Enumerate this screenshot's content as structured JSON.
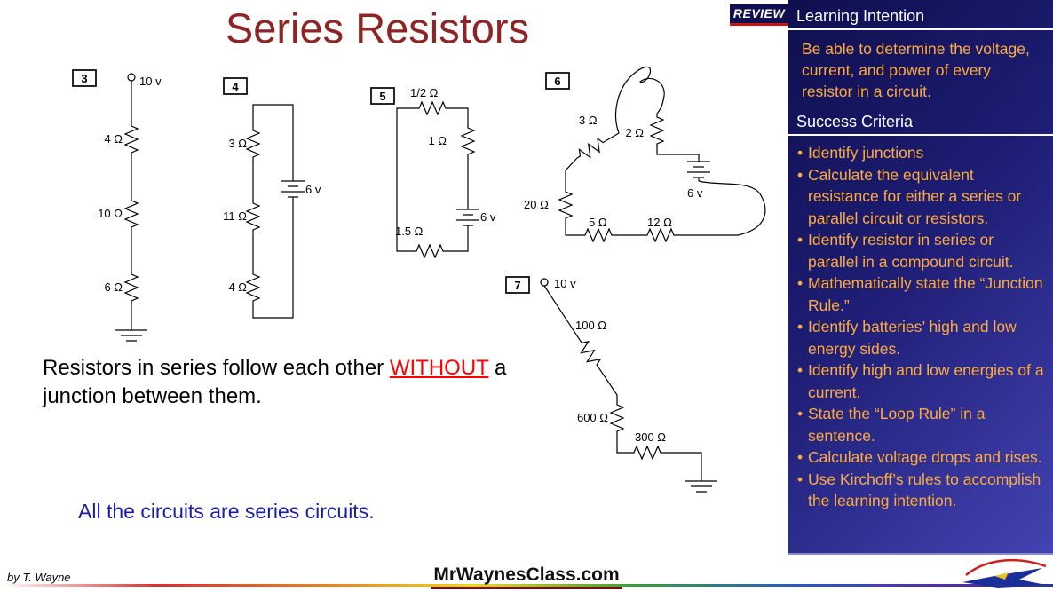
{
  "title": "Series Resistors",
  "review_badge": "REVIEW",
  "note": {
    "pre": "Resistors in series follow each other ",
    "highlight": "WITHOUT",
    "post": " a",
    "line2": "junction between them."
  },
  "footnote": "All the circuits are series circuits.",
  "panel": {
    "learning_intention_title": "Learning Intention",
    "learning_intention_body": "Be able to determine the voltage, current, and power of every resistor in a circuit.",
    "success_criteria_title": "Success Criteria",
    "criteria": [
      "Identify junctions",
      "Calculate the equivalent resistance for either a series or parallel circuit or resistors.",
      "Identify resistor in series or parallel in a compound circuit.",
      "Mathematically state the “Junction Rule.”",
      "Identify batteries’ high and low energy sides.",
      "Identify high and low energies of a current.",
      "State the “Loop Rule” in a sentence.",
      "Calculate voltage drops and rises.",
      "Use Kirchoff’s rules to accomplish the learning intention."
    ]
  },
  "circuits": {
    "c3": {
      "label": "3",
      "source": "10 v",
      "r1": "4 Ω",
      "r2": "10 Ω",
      "r3": "6 Ω"
    },
    "c4": {
      "label": "4",
      "r1": "3 Ω",
      "r2": "11 Ω",
      "r3": "4 Ω",
      "battery": "6 v"
    },
    "c5": {
      "label": "5",
      "r1": "1/2 Ω",
      "r2": "1 Ω",
      "battery": "6 v",
      "r3": "1.5 Ω"
    },
    "c6": {
      "label": "6",
      "r1": "3 Ω",
      "r2": "2 Ω",
      "battery": "6 v",
      "r3": "20 Ω",
      "r4": "5 Ω",
      "r5": "12 Ω"
    },
    "c7": {
      "label": "7",
      "source": "10 v",
      "r1": "100 Ω",
      "r2": "600 Ω",
      "r3": "300 Ω"
    }
  },
  "footer": {
    "author": "by T. Wayne",
    "site": "MrWaynesClass.com",
    "logo_icon": "jet-logo"
  },
  "colors": {
    "title_red": "#8e2424",
    "highlight_red": "#ff0000",
    "panel_navy": "#1d1d74",
    "panel_orange": "#ffab3c",
    "footnote_blue": "#1c1caa",
    "badge_underline_red": "#cc1111"
  }
}
